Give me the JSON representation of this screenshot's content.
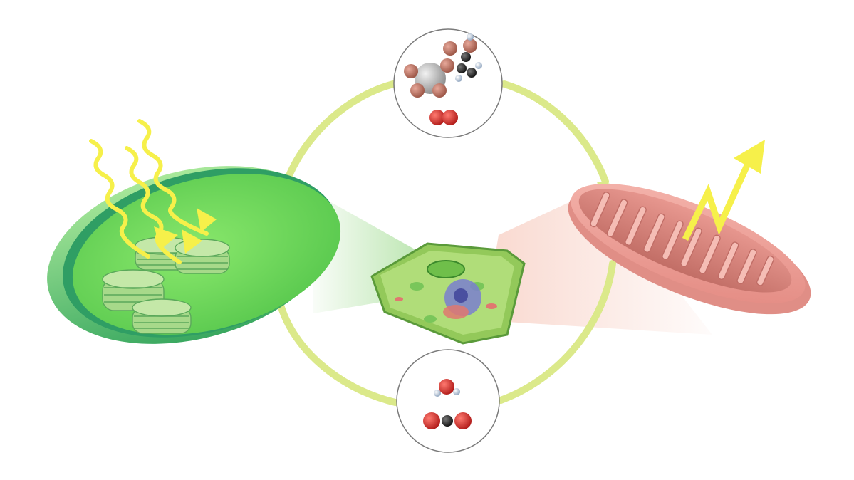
{
  "diagram": {
    "nodes": [
      {
        "id": "chloroplast",
        "icon": "chloroplast-illustration"
      },
      {
        "id": "plant-cell",
        "icon": "plant-cell-illustration"
      },
      {
        "id": "mitochondrion",
        "icon": "mitochondrion-illustration"
      },
      {
        "id": "glucose-oxygen",
        "icon": "glucose-and-oxygen-molecules"
      },
      {
        "id": "water-co2",
        "icon": "water-and-carbon-dioxide-molecules"
      }
    ],
    "edges": [
      {
        "from": "chloroplast",
        "to": "glucose-oxygen"
      },
      {
        "from": "glucose-oxygen",
        "to": "mitochondrion"
      },
      {
        "from": "mitochondrion",
        "to": "water-co2"
      },
      {
        "from": "water-co2",
        "to": "chloroplast"
      }
    ],
    "inputs": [
      {
        "to": "chloroplast",
        "icon": "sunlight-wavy-arrows",
        "count": 3
      }
    ],
    "outputs": [
      {
        "from": "mitochondrion",
        "icon": "energy-zigzag-arrow"
      }
    ]
  },
  "colors": {
    "cycle_arrow": "#dbe98a",
    "chloroplast_fill": "#6fdc5a",
    "chloroplast_rim": "#2f9e64",
    "sunlight": "#f6f04a",
    "mitochondrion_fill": "#f1a39b",
    "mitochondrion_dark": "#c06d66",
    "oxygen_atom": "#d02a26",
    "carbon_atom": "#2a2a2a",
    "hydrogen_atom": "#c9d6e6"
  }
}
